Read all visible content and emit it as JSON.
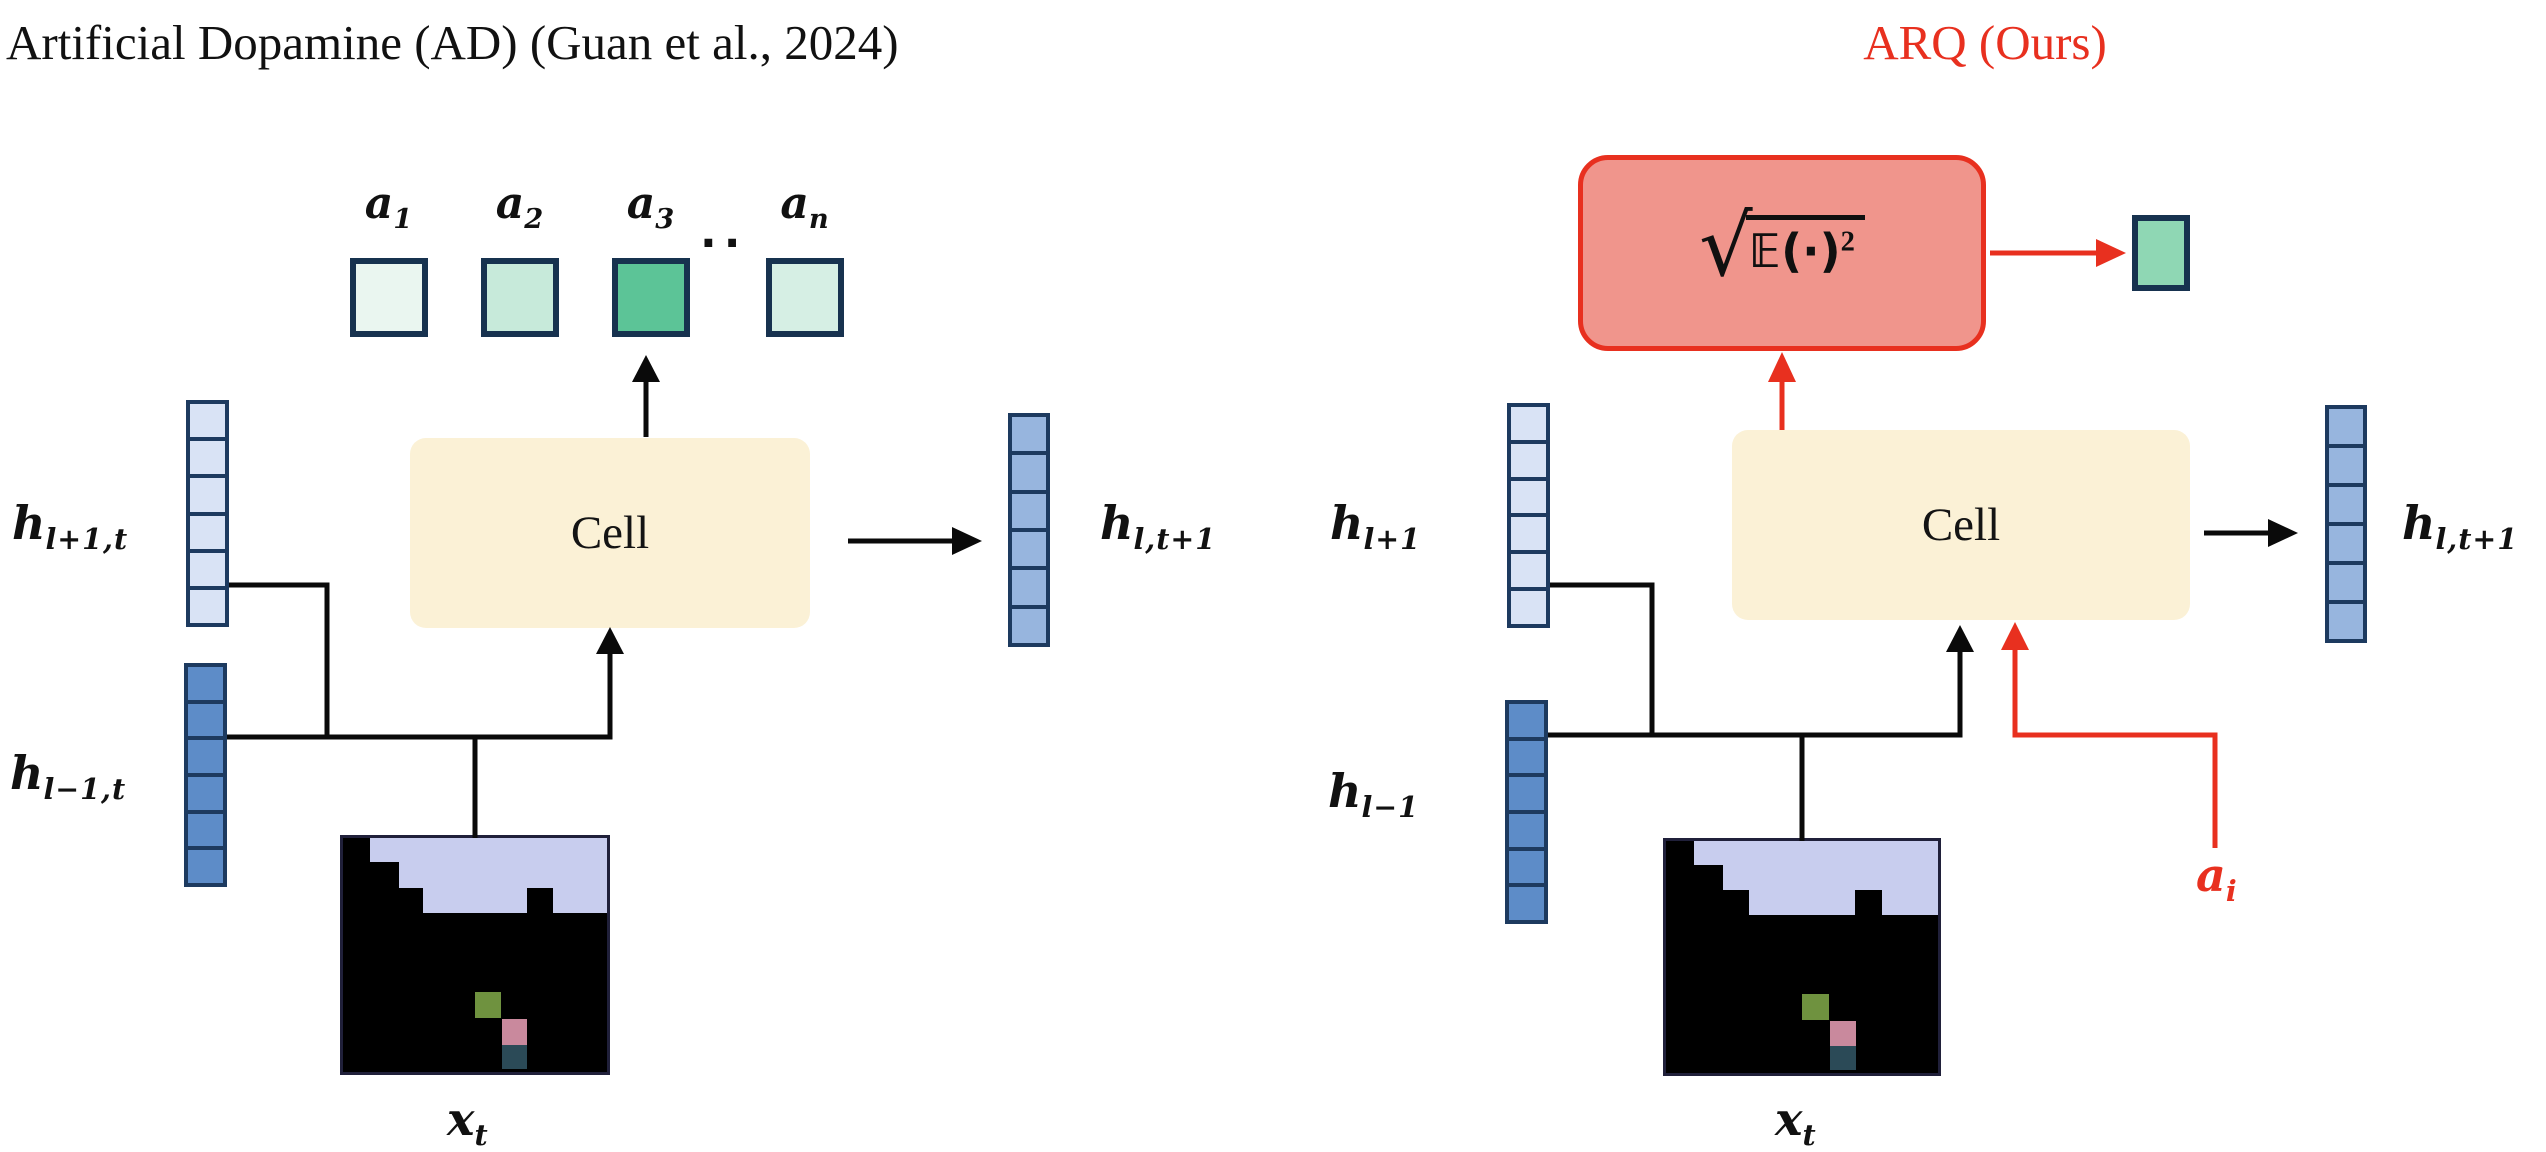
{
  "left": {
    "title": "Artificial Dopamine (AD) (Guan et al., 2024)",
    "actions": [
      {
        "base": "a",
        "sub": "1",
        "fill": "#eaf6f0"
      },
      {
        "base": "a",
        "sub": "2",
        "fill": "#c7eada"
      },
      {
        "base": "a",
        "sub": "3",
        "fill": "#5cc497"
      },
      {
        "base": "a",
        "sub": "n",
        "fill": "#d6efe4"
      }
    ],
    "dots": "··",
    "cell_label": "Cell",
    "h_top": {
      "base": "h",
      "sub": "l+1,t"
    },
    "h_bottom": {
      "base": "h",
      "sub": "l−1,t"
    },
    "h_out": {
      "base": "h",
      "sub": "l,t+1"
    },
    "x_label": {
      "base": "x",
      "sub": "t"
    }
  },
  "right": {
    "title": "ARQ (Ours)",
    "formula": {
      "radical": "√",
      "body": "𝔼(·)",
      "exponent": "2"
    },
    "cell_label": "Cell",
    "h_top": {
      "base": "h",
      "sub": "l+1"
    },
    "h_bottom": {
      "base": "h",
      "sub": "l−1"
    },
    "h_out": {
      "base": "h",
      "sub": "l,t+1"
    },
    "x_label": {
      "base": "x",
      "sub": "t"
    },
    "a_label": {
      "base": "a",
      "sub": "i"
    }
  },
  "colors": {
    "accent_red": "#e8301f",
    "salmon_fill": "#f0958c",
    "cell_fill": "#fbf1d6",
    "navy_border": "#17324f",
    "stack_light": "#d9e3f5",
    "stack_mid": "#5d8cc8",
    "stack_out": "#97b5de",
    "green_square": "#8fd7b4",
    "sky": "#c8cdee",
    "game_green": "#6f923f",
    "game_pink": "#c9899d",
    "game_teal": "#2b4a57",
    "line_black": "#0a0a0a"
  }
}
